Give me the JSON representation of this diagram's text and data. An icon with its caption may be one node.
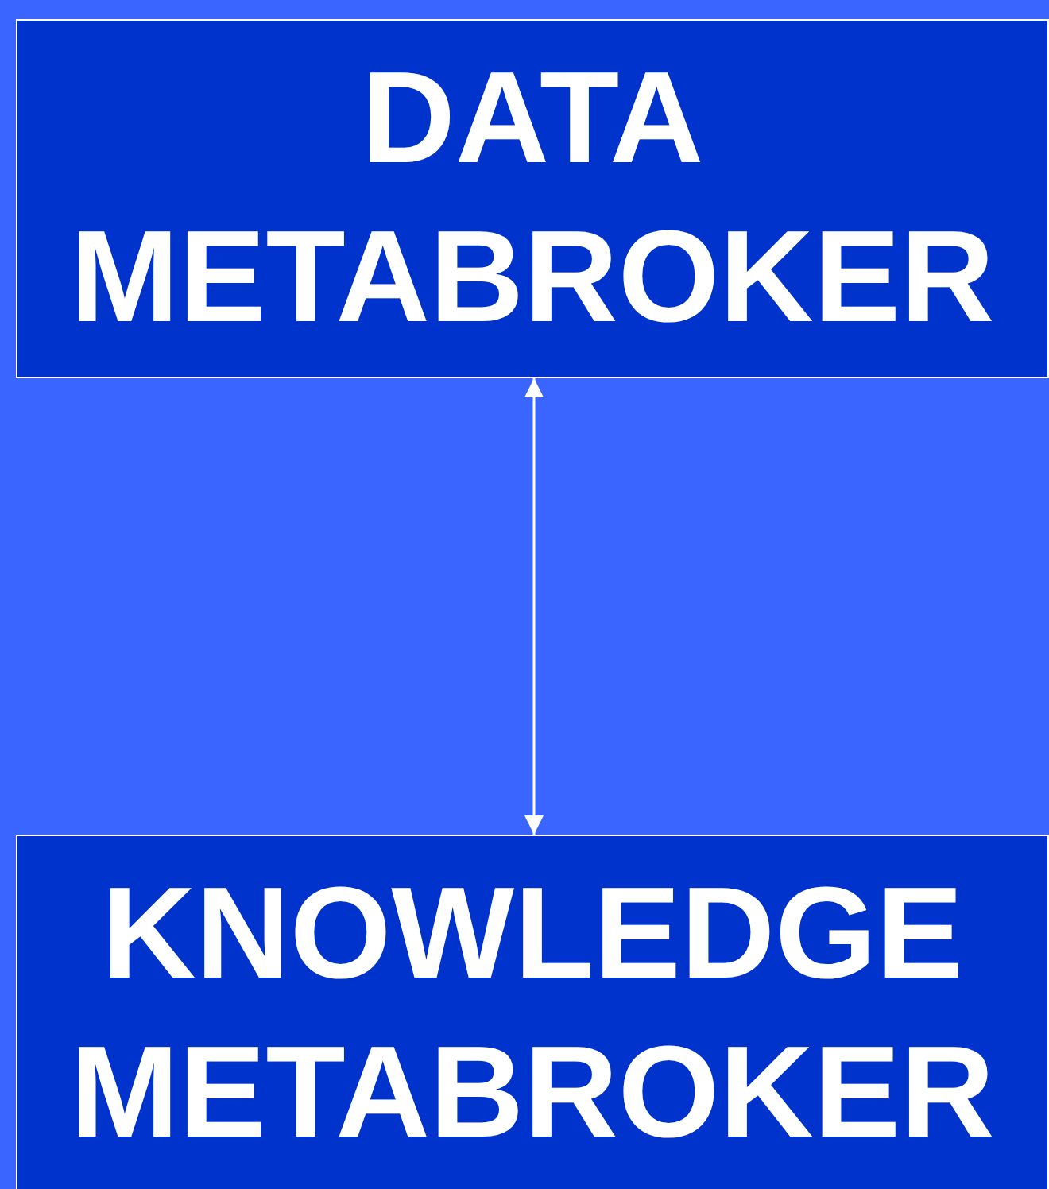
{
  "diagram": {
    "nodes": [
      {
        "text": [
          "DATA METABROKER"
        ]
      },
      {
        "text": [
          "KNOWLEDGE METABROKER"
        ]
      }
    ],
    "edges": [
      {
        "from": 0,
        "to": 1,
        "arrow": "both"
      }
    ]
  }
}
